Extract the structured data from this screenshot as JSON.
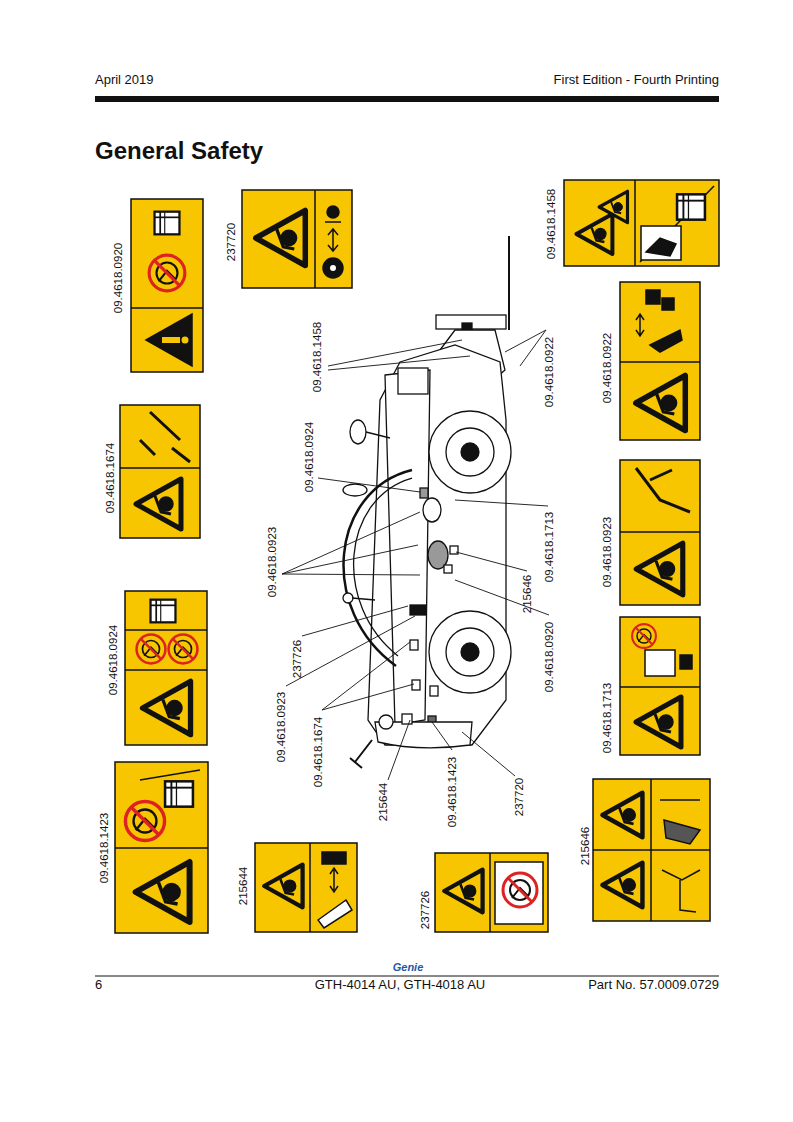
{
  "diagram": {
    "title": "General Safety",
    "labels": [
      "April 2019",
      "First Edition - Fourth Printing",
      "09.4618.0920",
      "237720",
      "09.4618.1458",
      "09.4618.0922",
      "09.4618.1674",
      "09.4618.0923",
      "09.4618.0924",
      "09.4618.1713",
      "09.4618.1423",
      "215644",
      "237726",
      "215646",
      "09.4618.1458",
      "09.4618.0922",
      "09.4618.0924",
      "09.4618.0923",
      "09.4618.1713",
      "215646",
      "09.4618.0920",
      "237726",
      "09.4618.0923",
      "09.4618.1674",
      "215644",
      "09.4618.1423",
      "237720",
      "Genie",
      "6",
      "GTH-4014 AU, GTH-4018 AU",
      "Part No. 57.0009.0729"
    ]
  }
}
